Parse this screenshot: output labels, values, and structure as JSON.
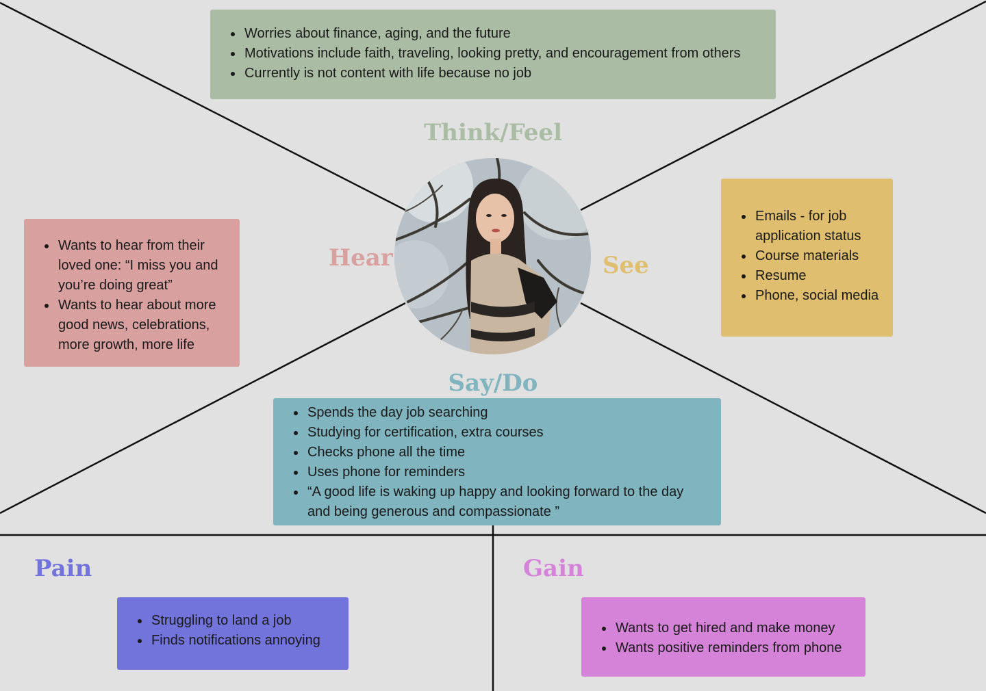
{
  "colors": {
    "background": "#e1e1e1",
    "think_feel": "#abbca5",
    "hear": "#d9a0a0",
    "see": "#dfbf6f",
    "say_do": "#80b4bf",
    "pain": "#7274dc",
    "gain": "#d483d8"
  },
  "think_feel": {
    "label": "Think/Feel",
    "items": [
      "Worries about finance, aging, and the future",
      "Motivations include faith, traveling, looking pretty, and encouragement from others",
      "Currently is not content with life because no job"
    ]
  },
  "hear": {
    "label": "Hear",
    "items": [
      "Wants to hear from their loved one: “I miss you and you’re doing great”",
      "Wants to hear about more good news, celebrations, more growth, more life"
    ]
  },
  "see": {
    "label": "See",
    "items": [
      "Emails - for job application status",
      "Course materials",
      "Resume",
      "Phone, social media"
    ]
  },
  "say_do": {
    "label": "Say/Do",
    "items": [
      "Spends the day job searching",
      "Studying for certification, extra courses",
      "Checks phone all the time",
      "Uses phone for reminders",
      "“A good life is waking up happy and looking forward to the day and being generous and compassionate ”"
    ]
  },
  "pain": {
    "label": "Pain",
    "items": [
      "Struggling to land a job",
      "Finds notifications annoying"
    ]
  },
  "gain": {
    "label": "Gain",
    "items": [
      "Wants to get hired and make money",
      "Wants positive reminders from phone"
    ]
  },
  "persona": {
    "icon": "persona-photo-icon"
  }
}
